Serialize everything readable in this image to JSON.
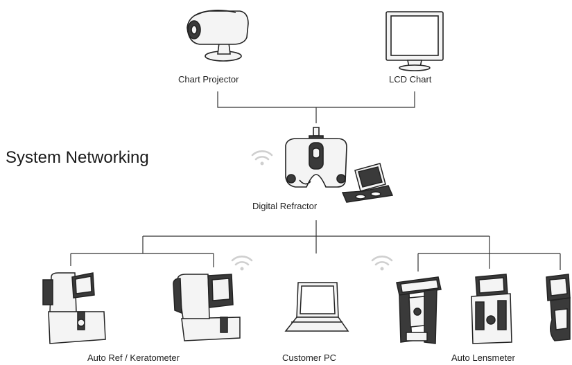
{
  "diagram": {
    "title": "System Networking",
    "nodes": {
      "chart_projector": "Chart Projector",
      "lcd_chart": "LCD Chart",
      "digital_refractor": "Digital Refractor",
      "auto_ref_keratometer": "Auto Ref / Keratometer",
      "customer_pc": "Customer PC",
      "auto_lensmeter": "Auto Lensmeter"
    },
    "icons": [
      "chart-projector-icon",
      "lcd-monitor-icon",
      "digital-refractor-icon",
      "laptop-icon",
      "wifi-icon",
      "auto-refractor-icon",
      "keratometer-icon",
      "lensmeter-icon"
    ],
    "colors": {
      "line": "#333333",
      "device_dark": "#3a3a3a",
      "device_light": "#f4f4f4",
      "wifi": "#d0d0d0"
    }
  }
}
